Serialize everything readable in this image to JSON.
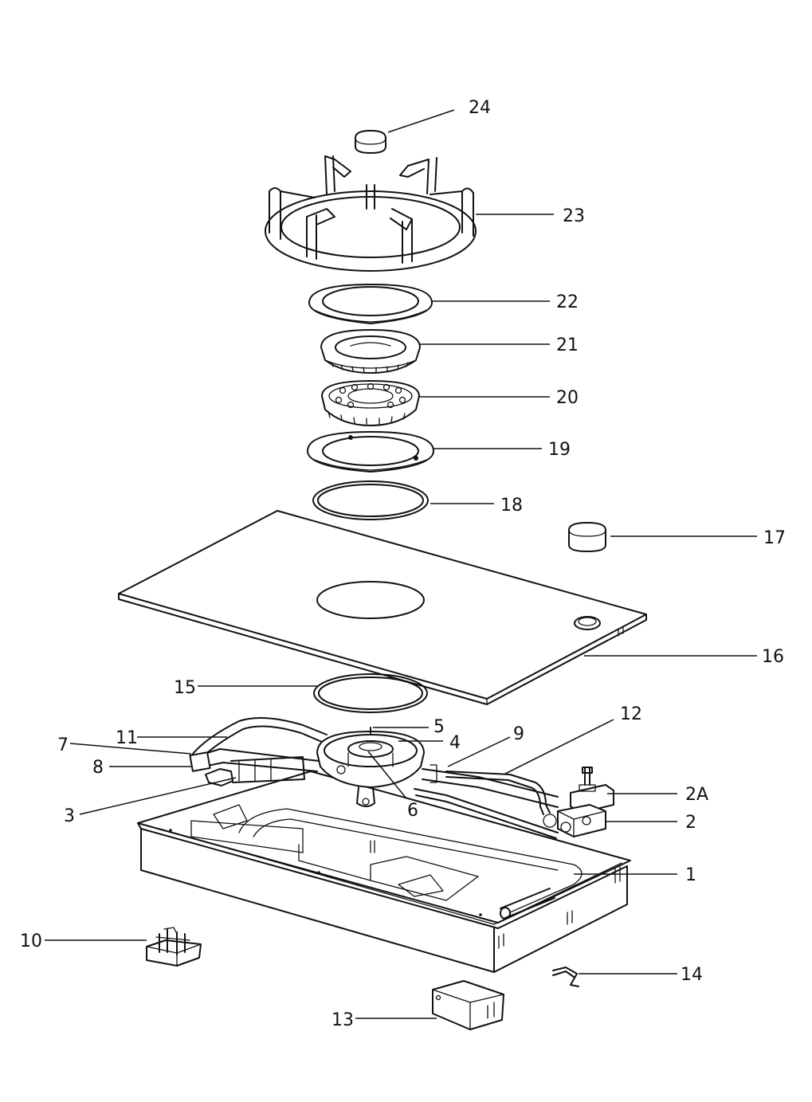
{
  "labels": {
    "l24": "24",
    "l23": "23",
    "l22": "22",
    "l21": "21",
    "l20": "20",
    "l19": "19",
    "l18": "18",
    "l17": "17",
    "l16": "16",
    "l15": "15",
    "l5": "5",
    "l4": "4",
    "l9": "9",
    "l12": "12",
    "l11": "11",
    "l7": "7",
    "l8": "8",
    "l2A": "2A",
    "l2": "2",
    "l6": "6",
    "l3": "3",
    "l1": "1",
    "l10": "10",
    "l14": "14",
    "l13": "13"
  }
}
